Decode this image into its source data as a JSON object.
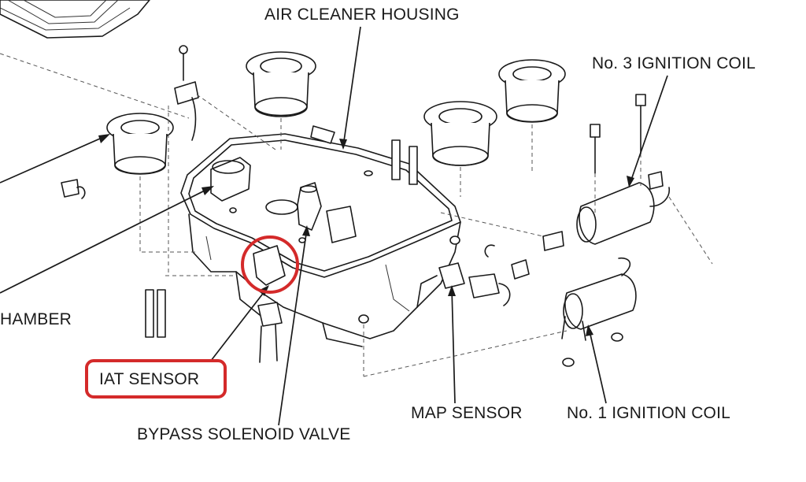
{
  "labels": {
    "air_cleaner_housing": "AIR CLEANER HOUSING",
    "no3_ignition_coil": "No. 3 IGNITION COIL",
    "chamber_partial": "HAMBER",
    "iat_sensor": "IAT SENSOR",
    "bypass_solenoid_valve": "BYPASS SOLENOID VALVE",
    "map_sensor": "MAP SENSOR",
    "no1_ignition_coil": "No. 1 IGNITION COIL"
  },
  "colors": {
    "ink": "#1a1a1a",
    "highlight": "#d42a2a",
    "background": "#ffffff"
  }
}
